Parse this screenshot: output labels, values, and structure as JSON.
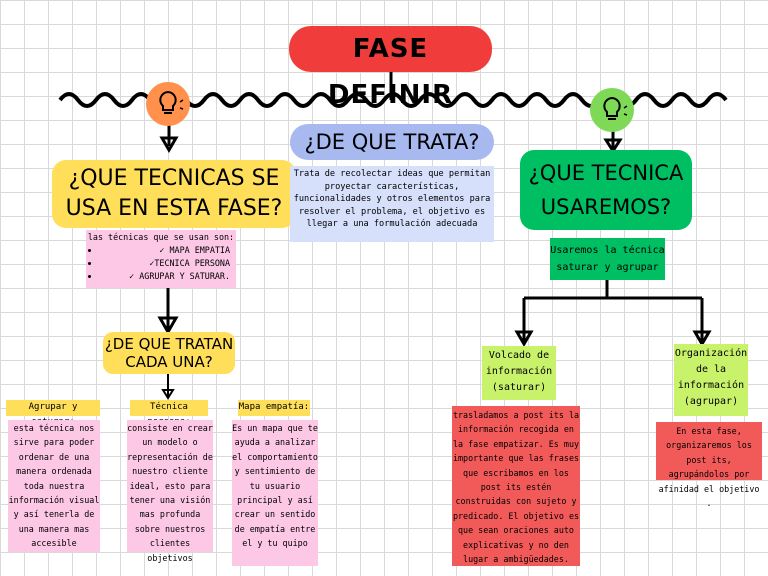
{
  "title": "FASE DEFINIR",
  "left": {
    "question": "¿QUE TECNICAS SE USA EN ESTA FASE?",
    "intro": "las técnicas que se usan son:",
    "techniques": [
      "✓ MAPA EMPATIA",
      "✓TECNICA PERSONA",
      "✓ AGRUPAR Y SATURAR."
    ],
    "sub_question": "¿DE QUE TRATAN CADA UNA?",
    "cards": [
      {
        "title": "Agrupar y saturar:",
        "text": "esta técnica nos sirve para poder ordenar de una manera ordenada toda nuestra información visual y así tenerla de una manera mas accesible"
      },
      {
        "title": "Técnica persona:",
        "text": "consiste en crear un modelo o representación de nuestro cliente ideal, esto para tener una visión mas profunda sobre nuestros clientes objetivos"
      },
      {
        "title": "Mapa empatía:",
        "text": "Es un mapa que te ayuda a analizar el comportamiento y sentimiento de tu usuario principal y así crear un sentido de empatía entre el y tu quipo"
      }
    ]
  },
  "center": {
    "question": "¿DE QUE TRATA?",
    "text": "Trata de recolectar ideas que permitan proyectar características, funcionalidades y otros elementos para resolver el problema, el objetivo es llegar a una formulación adecuada"
  },
  "right": {
    "question": "¿QUE TECNICA USAREMOS?",
    "answer": "Usaremos la técnica saturar y agrupar",
    "branches": [
      {
        "title": "Volcado de información (saturar)",
        "text": "trasladamos a post its la información recogida en la fase empatizar. Es muy importante que las frases que escribamos en los post its estén construidas con sujeto y predicado. El objetivo es que sean oraciones auto explicativas y no den lugar a ambigüedades."
      },
      {
        "title": "Organización de la información (agrupar)",
        "text": "En esta fase, organizaremos los post its, agrupándolos por afinidad el objetivo ."
      }
    ]
  },
  "icons": {
    "bulb_left": "lightbulb-icon",
    "bulb_right": "lightbulb-icon"
  },
  "colors": {
    "title": "#f13c3c",
    "yellow": "#ffde59",
    "blue": "#a7b9ee",
    "light_blue": "#d6e0fb",
    "green": "#00bf63",
    "pink": "#fcc8e6",
    "lime": "#c9f26b",
    "red": "#f25a5a",
    "bulb_left": "#ff914d",
    "bulb_right": "#7ed957"
  }
}
